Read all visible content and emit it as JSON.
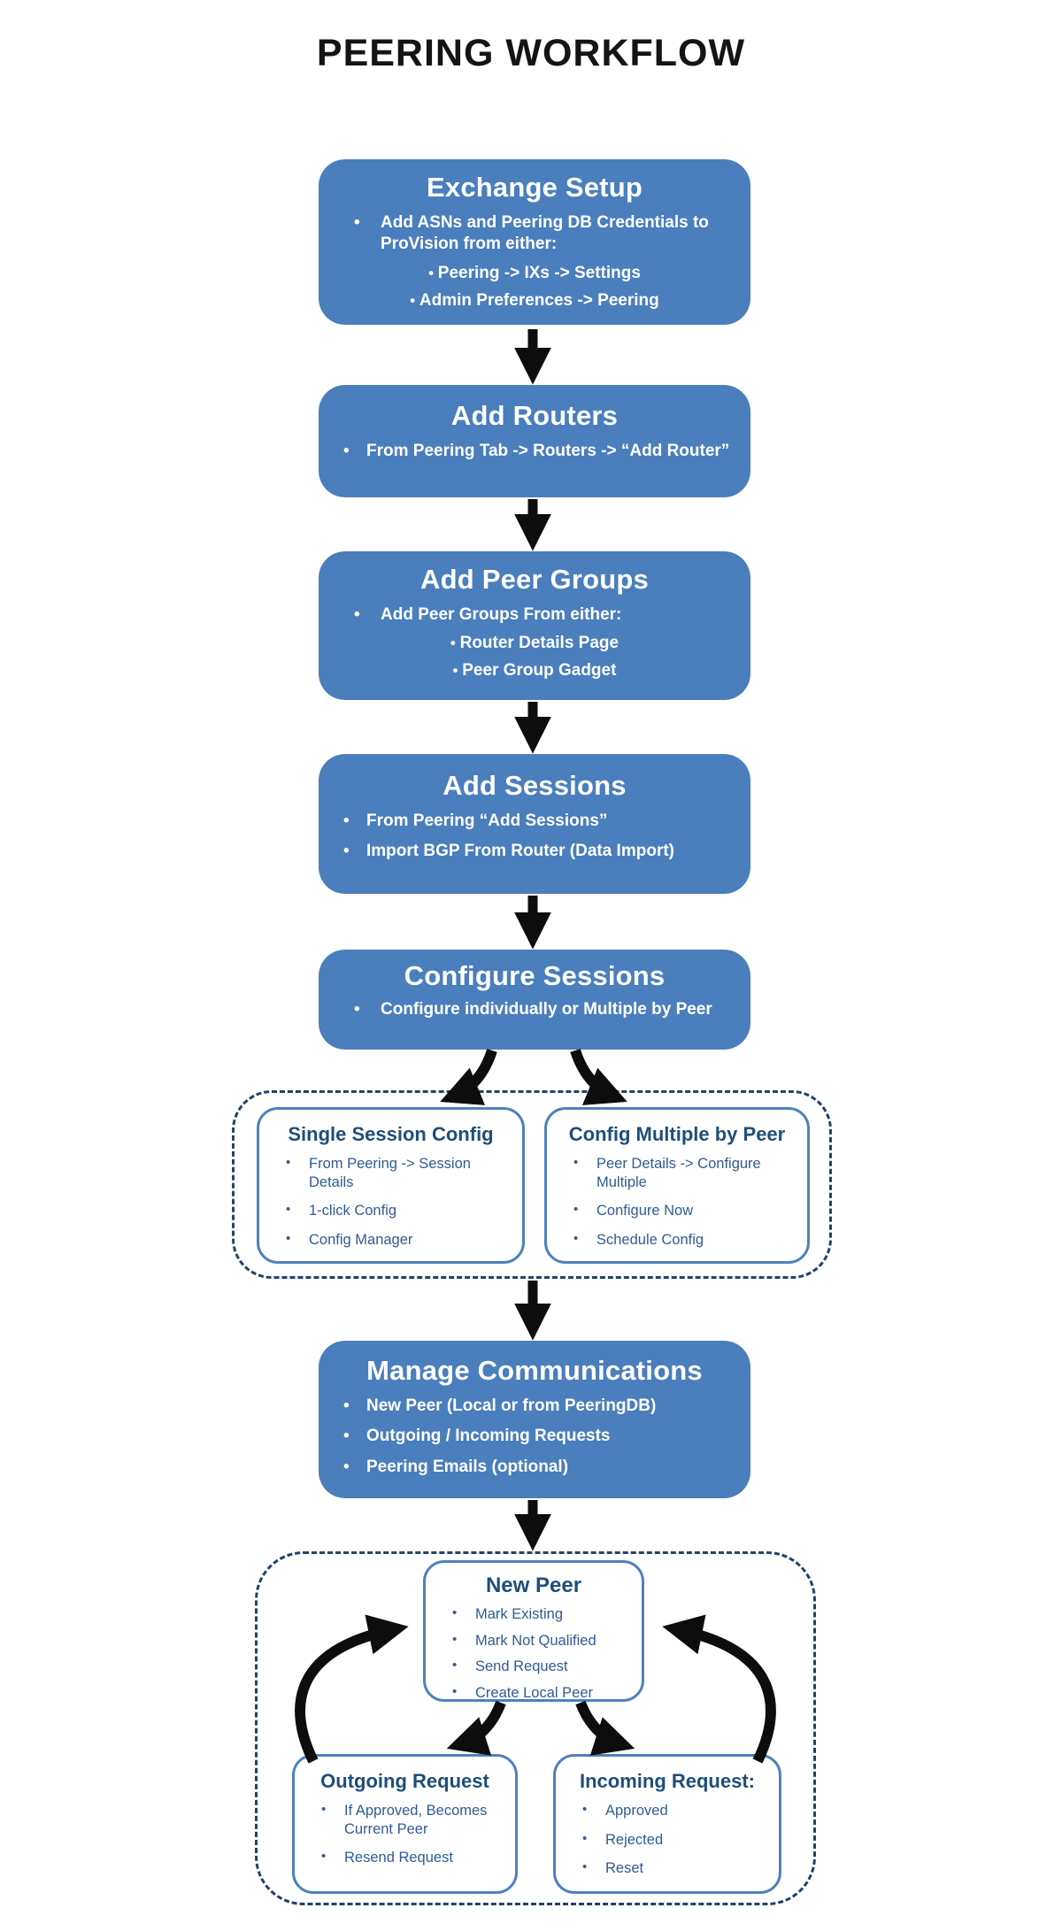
{
  "title": "PEERING WORKFLOW",
  "colors": {
    "node_fill_blue": "#4a7ebc",
    "outline_blue": "#4f81bd",
    "dashed_navy": "#20436b",
    "white_box_text": "#2e5b94",
    "arrow_black": "#0d0d0d"
  },
  "steps": {
    "exchange_setup": {
      "title": "Exchange Setup",
      "bullet1": "Add ASNs and Peering DB Credentials to ProVision from either:",
      "sub1": "Peering -> IXs -> Settings",
      "sub2": "Admin Preferences -> Peering"
    },
    "add_routers": {
      "title": "Add Routers",
      "bullet1": "From Peering Tab -> Routers -> “Add Router”"
    },
    "add_peer_groups": {
      "title": "Add Peer Groups",
      "bullet1": "Add Peer Groups From either:",
      "sub1": "Router Details Page",
      "sub2": "Peer Group Gadget"
    },
    "add_sessions": {
      "title": "Add Sessions",
      "bullet1": "From  Peering “Add Sessions”",
      "bullet2": "Import BGP From Router (Data Import)"
    },
    "configure_sessions": {
      "title": "Configure Sessions",
      "bullet1": "Configure individually or Multiple by Peer"
    },
    "single_session_config": {
      "title": "Single Session Config",
      "bullet1": "From Peering -> Session Details",
      "bullet2": "1-click Config",
      "bullet3": "Config Manager"
    },
    "config_multiple_by_peer": {
      "title": "Config Multiple by Peer",
      "bullet1": "Peer Details -> Configure Multiple",
      "bullet2": "Configure Now",
      "bullet3": "Schedule Config"
    },
    "manage_communications": {
      "title": "Manage Communications",
      "bullet1": "New Peer (Local or from PeeringDB)",
      "bullet2": "Outgoing / Incoming Requests",
      "bullet3": "Peering Emails (optional)"
    },
    "new_peer": {
      "title": "New Peer",
      "bullet1": "Mark Existing",
      "bullet2": "Mark Not Qualified",
      "bullet3": "Send Request",
      "bullet4": "Create Local Peer"
    },
    "outgoing_request": {
      "title": "Outgoing Request",
      "bullet1": "If Approved, Becomes Current Peer",
      "bullet2": "Resend Request"
    },
    "incoming_request": {
      "title": "Incoming Request:",
      "bullet1": "Approved",
      "bullet2": "Rejected",
      "bullet3": "Reset"
    }
  }
}
